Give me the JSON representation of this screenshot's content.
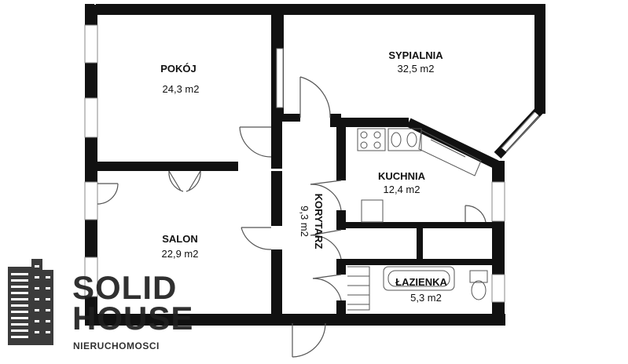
{
  "rooms": {
    "pokoj": {
      "name": "POKÓJ",
      "area": "24,3 m2"
    },
    "sypialnia": {
      "name": "SYPIALNIA",
      "area": "32,5 m2"
    },
    "kuchnia": {
      "name": "KUCHNIA",
      "area": "12,4 m2"
    },
    "salon": {
      "name": "SALON",
      "area": "22,9 m2"
    },
    "korytarz": {
      "name": "KORYTARZ",
      "area": "9,3 m2"
    },
    "lazienka": {
      "name": "ŁAZIENKA",
      "area": "5,3 m2"
    }
  },
  "logo": {
    "line1": "SOLID",
    "line2": "HOUSE",
    "tagline": "NIERUCHOMOSCI"
  },
  "colors": {
    "wall": "#111111",
    "fixture": "#555555",
    "logo_text": "#1f1f1f",
    "logo_mark": "#2b2b2b"
  }
}
